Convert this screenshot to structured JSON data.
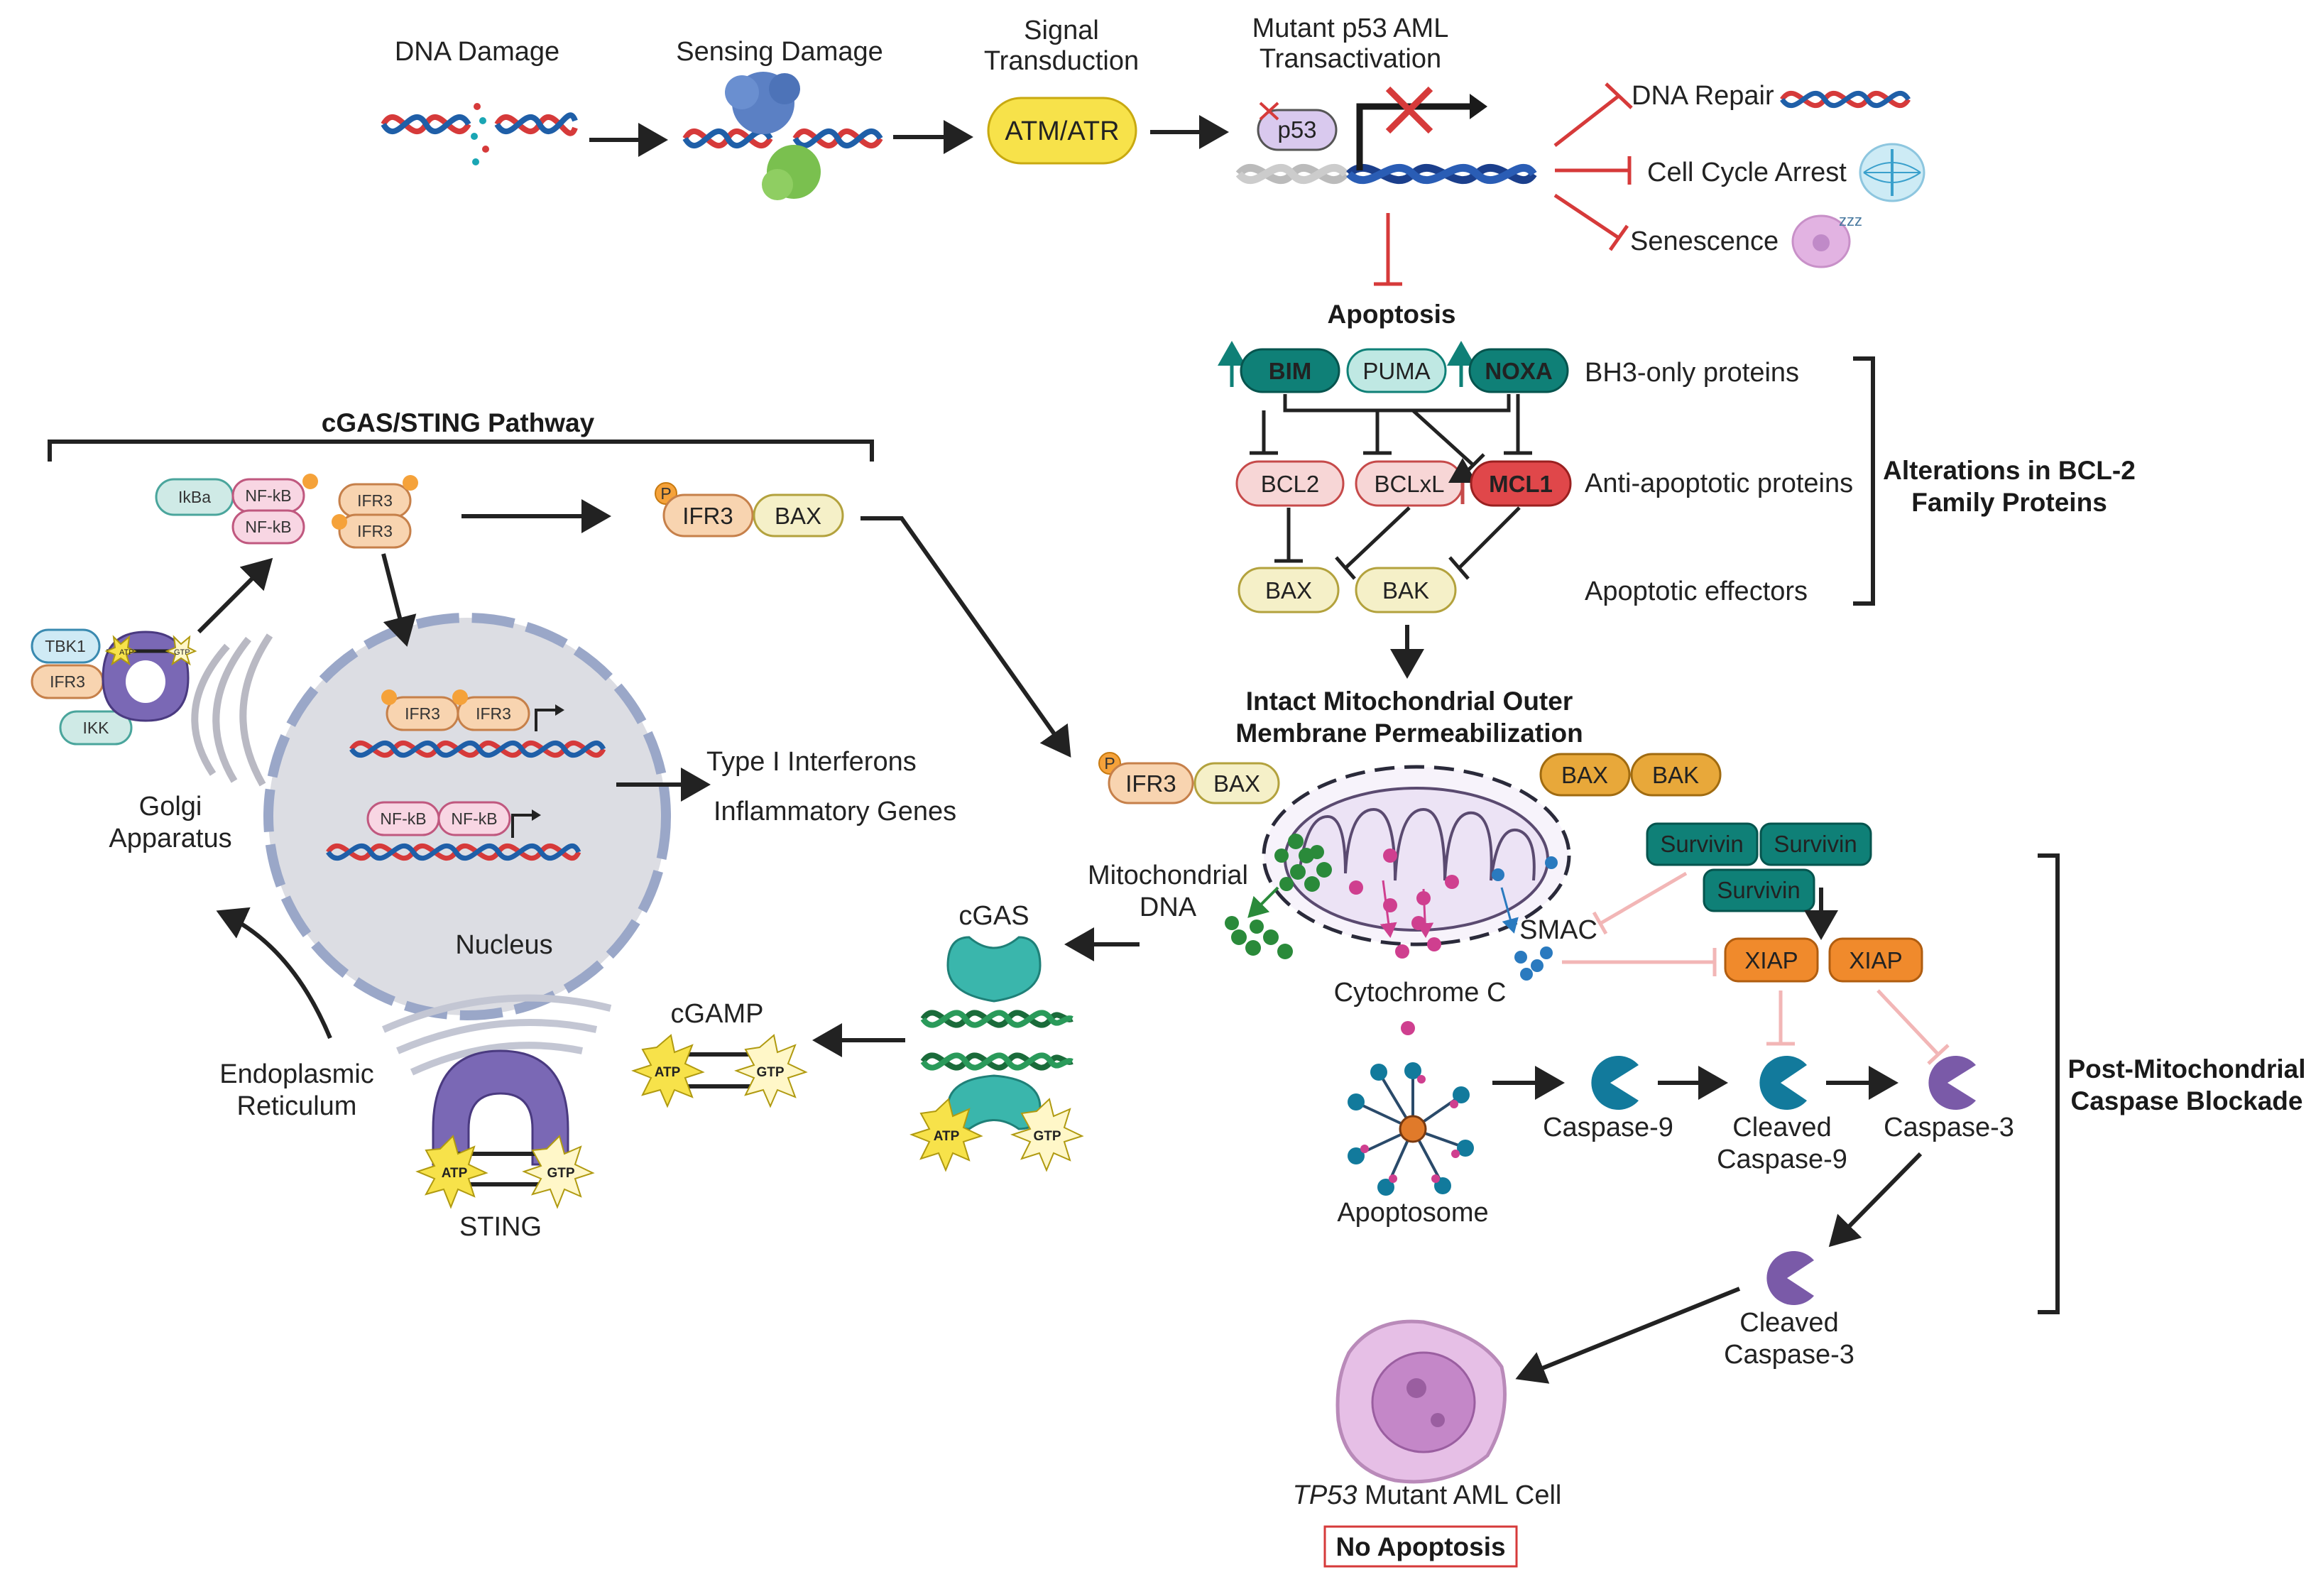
{
  "top": {
    "dna_damage": "DNA Damage",
    "sensing_damage": "Sensing Damage",
    "signal_l1": "Signal",
    "signal_l2": "Transduction",
    "atm_atr": "ATM/ATR",
    "mutant_l1": "Mutant p53 AML",
    "mutant_l2": "Transactivation",
    "p53": "p53",
    "dna_repair": "DNA Repair",
    "cell_cycle_arrest": "Cell Cycle Arrest",
    "senescence": "Senescence",
    "apoptosis": "Apoptosis"
  },
  "bcl2": {
    "bim": "BIM",
    "puma": "PUMA",
    "noxa": "NOXA",
    "bh3_label": "BH3-only proteins",
    "bcl2": "BCL2",
    "bclxl": "BCLxL",
    "mcl1": "MCL1",
    "anti_label": "Anti-apoptotic proteins",
    "bax": "BAX",
    "bak": "BAK",
    "effectors_label": "Apoptotic effectors",
    "alterations_l1": "Alterations in BCL-2",
    "alterations_l2": "Family Proteins"
  },
  "momp": {
    "l1": "Intact Mitochondrial Outer",
    "l2": "Membrane Permeabilization",
    "bax": "BAX",
    "bak": "BAK",
    "ifr3": "IFR3",
    "bax2": "BAX",
    "mito_dna_l1": "Mitochondrial",
    "mito_dna_l2": "DNA",
    "smac": "SMAC",
    "cytochrome_c": "Cytochrome C",
    "apoptosome": "Apoptosome"
  },
  "caspase": {
    "survivin1": "Survivin",
    "survivin2": "Survivin",
    "survivin3": "Survivin",
    "xiap1": "XIAP",
    "xiap2": "XIAP",
    "caspase9": "Caspase-9",
    "cleaved9_l1": "Cleaved",
    "cleaved9_l2": "Caspase-9",
    "caspase3": "Caspase-3",
    "cleaved3_l1": "Cleaved",
    "cleaved3_l2": "Caspase-3",
    "post_l1": "Post-Mitochondrial",
    "post_l2": "Caspase Blockade",
    "tp53_italic": "TP53",
    "tp53_rest": " Mutant AML Cell",
    "no_apoptosis": "No Apoptosis"
  },
  "cgas": {
    "title": "cGAS/STING Pathway",
    "ikba": "IkBa",
    "nfkb": "NF-kB",
    "ifr3": "IFR3",
    "bax": "BAX",
    "p": "P",
    "tbk1": "TBK1",
    "ikk": "IKK",
    "atp": "ATP",
    "gtp": "GTP",
    "golgi_l1": "Golgi",
    "golgi_l2": "Apparatus",
    "nucleus": "Nucleus",
    "type1": "Type I Interferons",
    "inflammatory": "Inflammatory Genes",
    "er_l1": "Endoplasmic",
    "er_l2": "Reticulum",
    "sting": "STING",
    "cgamp": "cGAMP",
    "cgas_label": "cGAS"
  },
  "colors": {
    "inhibit": "#d63a3a",
    "arrow": "#222222",
    "teal": "#0f8077",
    "orange": "#f08a2c",
    "purple": "#7a5aa8",
    "caspase_blue": "#127a9c",
    "magenta": "#cf3f8f",
    "mito_green": "#2a8a3a"
  }
}
